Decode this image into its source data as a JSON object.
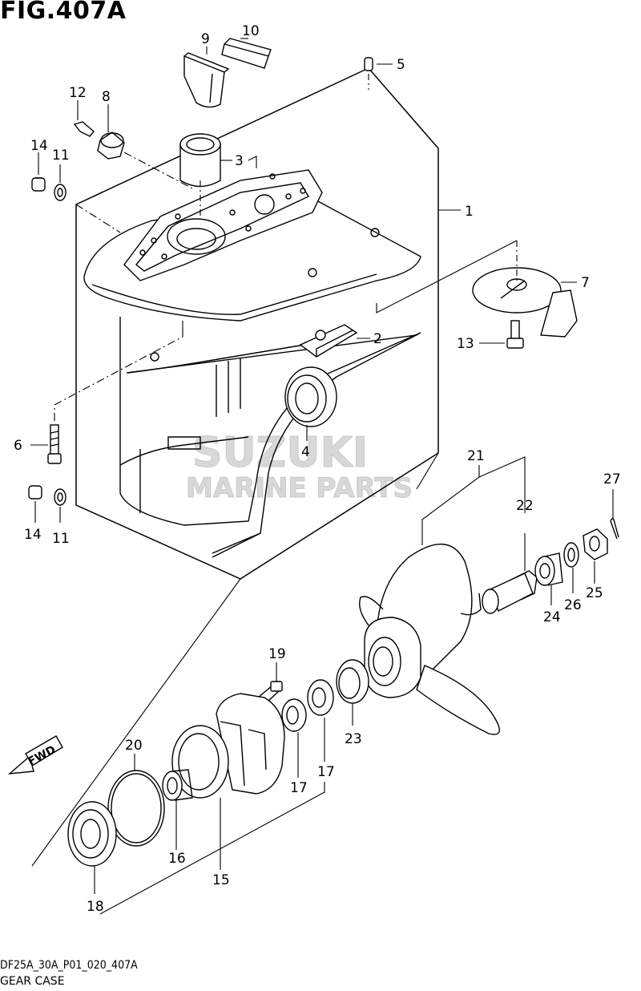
{
  "title": "FIG.407A",
  "footer_code": "DF25A_30A_P01_020_407A",
  "footer_name": "GEAR CASE",
  "watermark": {
    "line1": "SUZUKI",
    "line2": "MARINE PARTS"
  },
  "fwd_label": "FWD",
  "callouts": {
    "c1": "1",
    "c2": "2",
    "c3": "3",
    "c4": "4",
    "c5": "5",
    "c6": "6",
    "c7": "7",
    "c8": "8",
    "c9": "9",
    "c10": "10",
    "c11a": "11",
    "c11b": "11",
    "c12": "12",
    "c13": "13",
    "c14a": "14",
    "c14b": "14",
    "c15": "15",
    "c16": "16",
    "c17a": "17",
    "c17b": "17",
    "c18": "18",
    "c19": "19",
    "c20": "20",
    "c21": "21",
    "c22": "22",
    "c23": "23",
    "c24": "24",
    "c25": "25",
    "c26": "26",
    "c27": "27"
  }
}
